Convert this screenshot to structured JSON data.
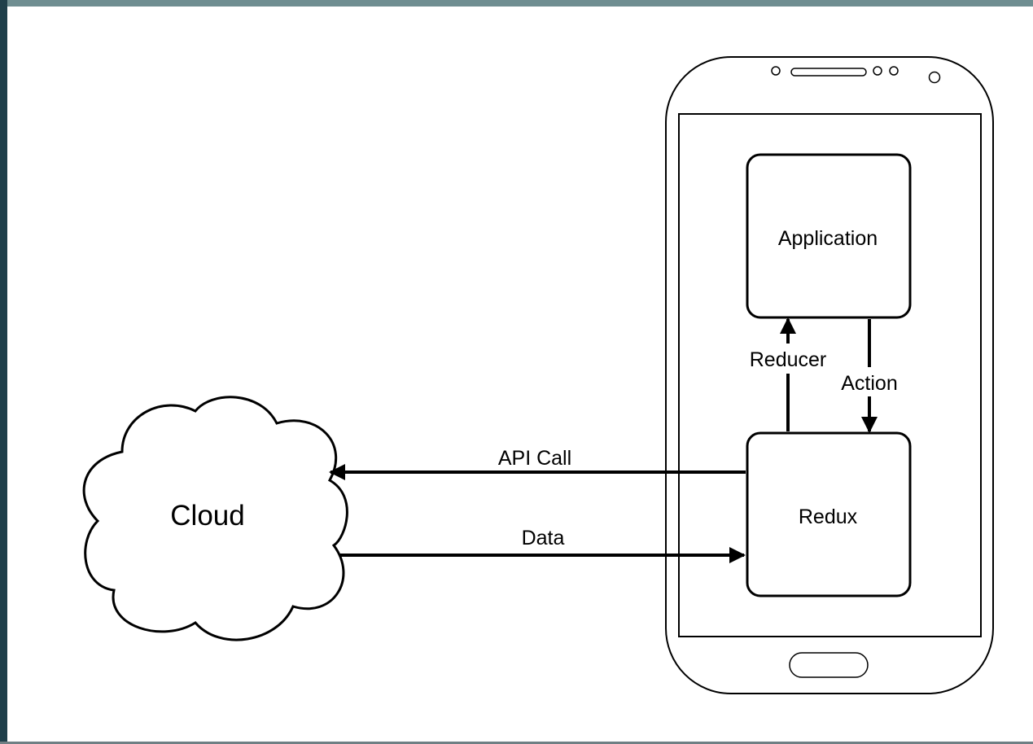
{
  "colors": {
    "frame_top": "#6f8e91",
    "frame_left": "#1f3f4a",
    "frame_bottom": "#6f7f84",
    "stroke": "#000000",
    "background": "#ffffff"
  },
  "cloud": {
    "label": "Cloud"
  },
  "phone": {
    "application_label": "Application",
    "redux_label": "Redux"
  },
  "edges": {
    "reducer_label": "Reducer",
    "action_label": "Action",
    "api_call_label": "API Call",
    "data_label": "Data"
  }
}
